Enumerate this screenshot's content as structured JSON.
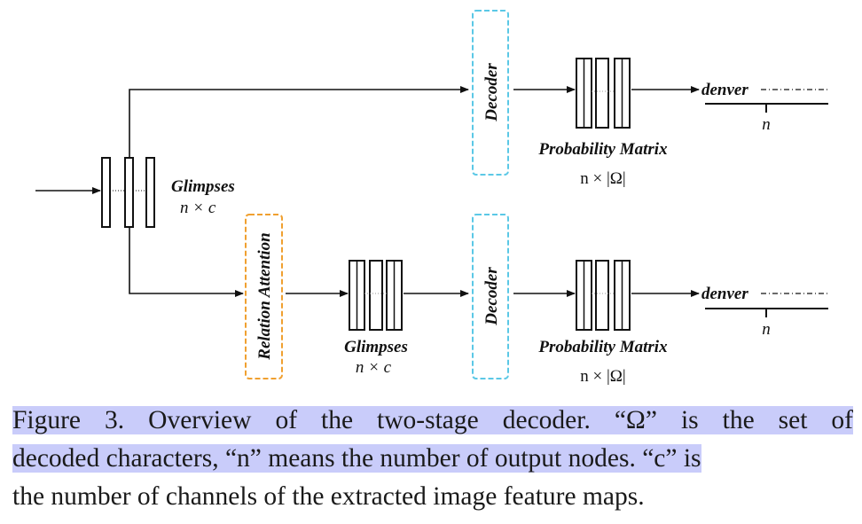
{
  "diagram": {
    "glimpses_label": "Glimpses",
    "glimpses_dims": "n × c",
    "relation_attention_label": "Relation Attention",
    "decoder_label": "Decoder",
    "prob_matrix_label": "Probability Matrix",
    "prob_matrix_dims": "n × |Ω|",
    "output_word": "denver",
    "output_index": "n",
    "colors": {
      "decoder_border": "#5bc8e6",
      "relation_border": "#f0a030",
      "line": "#111111",
      "highlight": "#c9ccfa"
    }
  },
  "caption": {
    "line1": "Figure 3. Overview of the two-stage decoder. “Ω” is the set of",
    "line2": "decoded characters, “n” means the number of output nodes. “c” is",
    "line3": "the number of channels of the extracted image feature maps."
  }
}
